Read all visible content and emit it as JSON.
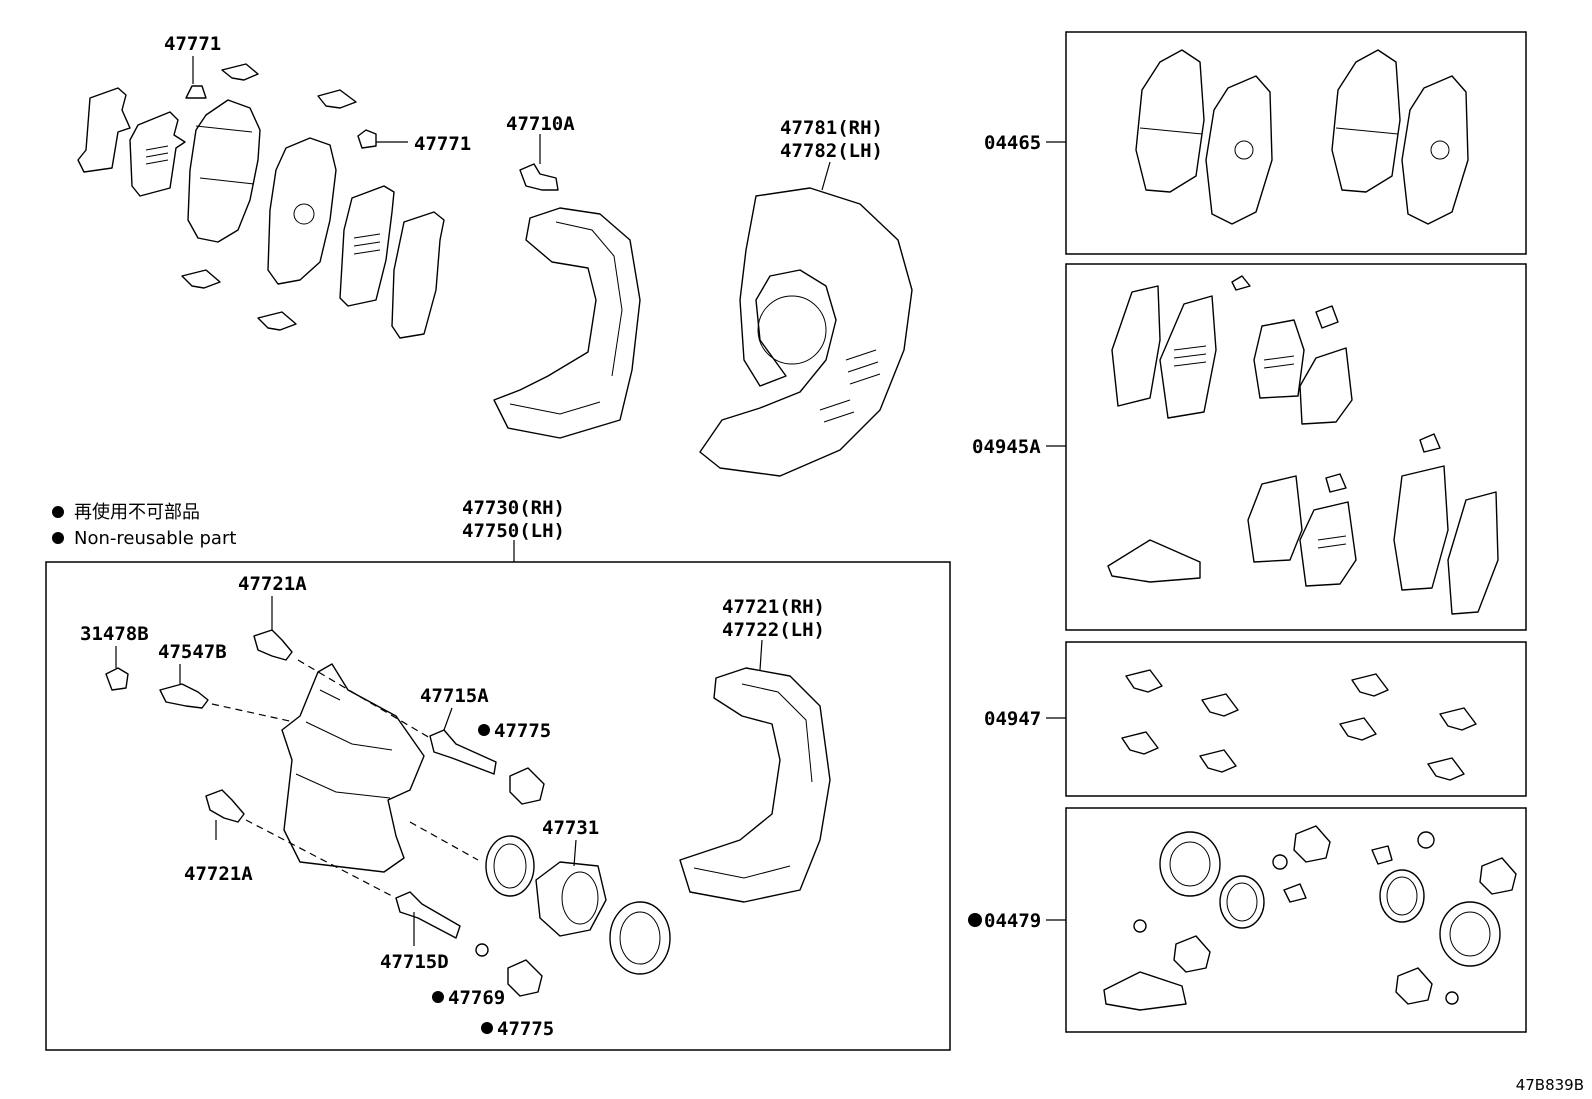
{
  "legend": {
    "item_ja": "再使用不可部品",
    "item_en": "Non-reusable part"
  },
  "diagram_code": "47B839B",
  "labels": {
    "p47771_top": "47771",
    "p47771_side": "47771",
    "p47710A": "47710A",
    "p47781": "47781(RH)",
    "p47782": "47782(LH)",
    "p47730": "47730(RH)",
    "p47750": "47750(LH)",
    "p47721A_top": "47721A",
    "p31478B": "31478B",
    "p47547B": "47547B",
    "p47715A": "47715A",
    "p47775_top": "47775",
    "p47731": "47731",
    "p47721A_bottom": "47721A",
    "p47715D": "47715D",
    "p47769": "47769",
    "p47775_bottom": "47775",
    "p47721": "47721(RH)",
    "p47722": "47722(LH)",
    "k04465": "04465",
    "k04945A": "04945A",
    "k04947": "04947",
    "k04479": "04479"
  }
}
